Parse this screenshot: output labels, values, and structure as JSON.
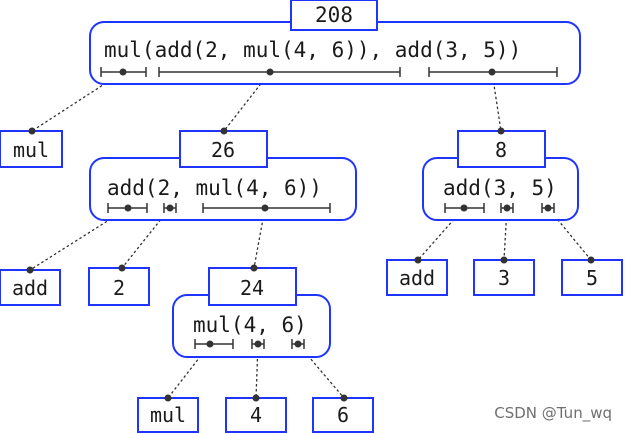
{
  "root": {
    "value": "208",
    "expression": "mul(add(2, mul(4, 6)), add(3, 5))"
  },
  "nodes": {
    "mul_root": {
      "label": "mul"
    },
    "add_left": {
      "value": "26",
      "expression": "add(2, mul(4, 6))"
    },
    "add_right": {
      "value": "8",
      "expression": "add(3, 5)"
    },
    "add_left_op": {
      "label": "add"
    },
    "two": {
      "label": "2"
    },
    "mul_inner": {
      "value": "24",
      "expression": "mul(4, 6)"
    },
    "mul_inner_op": {
      "label": "mul"
    },
    "four": {
      "label": "4"
    },
    "six": {
      "label": "6"
    },
    "add_right_op": {
      "label": "add"
    },
    "three": {
      "label": "3"
    },
    "five": {
      "label": "5"
    }
  },
  "watermark": "CSDN @Tun_wq",
  "colors": {
    "box_stroke": "#1f35ff",
    "text": "#1a1a1a",
    "connector": "#333333",
    "watermark": "#6f6f6f"
  }
}
